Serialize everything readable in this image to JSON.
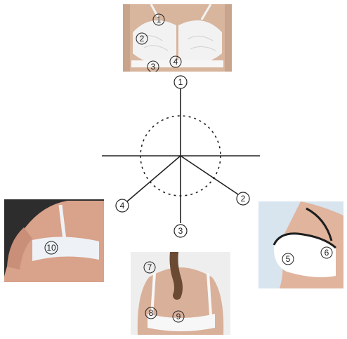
{
  "diagram": {
    "center_labels": [
      "1",
      "2",
      "3",
      "4"
    ],
    "style": {
      "axis_color": "#222222",
      "circle_style": "dotted",
      "circle_color": "#222222"
    }
  },
  "photos": {
    "front_view": {
      "labels": [
        "1",
        "2",
        "3",
        "4"
      ],
      "bg": "#c8a48c",
      "garment": "#f2f2f2"
    },
    "back_left_view": {
      "labels": [
        "10"
      ],
      "bg": "#2d2d2d",
      "garment": "#eef2f6",
      "skin": "#d9a28a"
    },
    "side_view": {
      "labels": [
        "5",
        "6"
      ],
      "bg": "#d8e4ee",
      "garment": "#ffffff",
      "trim": "#1e1e1e",
      "skin": "#e0b49d"
    },
    "back_view": {
      "labels": [
        "7",
        "8",
        "9"
      ],
      "bg": "#eeeeee",
      "garment": "#f7f7f7",
      "skin": "#d9b09a",
      "hair": "#6b4a34"
    }
  }
}
